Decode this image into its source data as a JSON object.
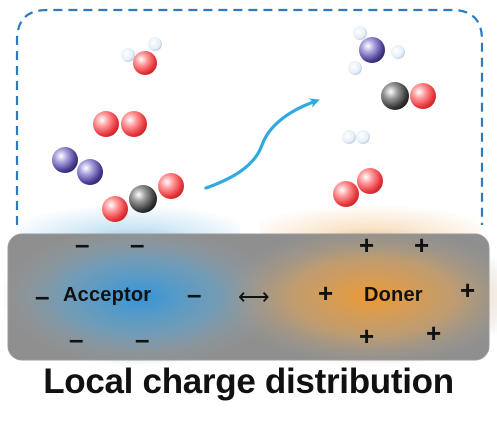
{
  "band": {
    "acceptor_label": "Acceptor",
    "doner_label": "Doner",
    "arrow_glyph": "⟷",
    "minus_glyph": "–",
    "plus_glyph": "+"
  },
  "caption": "Local charge distribution",
  "colors": {
    "dashed_border": "#2b7bc0",
    "arrow": "#2fa9e0",
    "oxygen": "#e8383d",
    "nitrogen": "#4a3f95",
    "carbon": "#3a3a3a",
    "hydrogen": "#dde8f5",
    "acceptor_glow": "#3b9ad6",
    "doner_glow": "#f0a040",
    "band_gray": "#8a8a8a"
  }
}
